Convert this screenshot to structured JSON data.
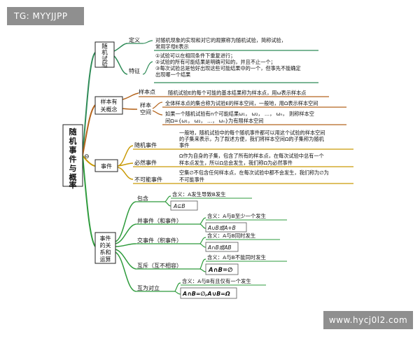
{
  "watermarks": {
    "top": "TG: MYYJJPP",
    "bottom": "www.hycj0l2.com"
  },
  "central": {
    "lines": [
      "随",
      "机",
      "事",
      "件",
      "与",
      "概",
      "率"
    ]
  },
  "collapse_symbol": "⊖",
  "branches": {
    "random_trial": {
      "label_lines": [
        "随",
        "机",
        "试",
        "验"
      ],
      "definition_label": "定义",
      "definition_text": [
        "对随机现象的实现和对它的观察称为随机试验，简称试验，",
        "常用字母E表示"
      ],
      "feature_label": "特征",
      "feature_text": [
        "①试验可以在相同条件下重复进行；",
        "②试验的所有可能结果是明确可知的，并且不止一个；",
        "③每次试验总是恰好出现这些可能结果中的一个，但事先不能确定",
        "出现哪一个结果"
      ]
    },
    "sample": {
      "label_lines": [
        "样本有",
        "关概念"
      ],
      "point_label": "样本点",
      "point_text": "随机试验E的每个可能的基本结果称为样本点，用ω表示样本点",
      "space_label_lines": [
        "样本",
        "空间"
      ],
      "space_text": "全体样本点的集合称为试验E的样本空间，一般地，用Ω表示样本空间",
      "finite_text": [
        "如果一个随机试验有n个可能结果ω₁， ω₂， …， ωₙ， 则称样本空",
        "间Ω={ω₁， ω₂， …， ωₙ}为有限样本空间"
      ]
    },
    "events": {
      "label": "事件",
      "random_label": "随机事件",
      "random_text": [
        "一般地，随机试验中的每个随机事件都可以用这个试验的样本空间",
        "的子集来表示，为了叙述方便，我们将样本空间Ω的子集称为随机",
        "事件"
      ],
      "certain_label": "必然事件",
      "certain_text": [
        "Ω作为自身的子集，包含了所有的样本点，在每次试验中总有一个",
        "样本点发生，所以Ω总会发生，我们称Ω为必然事件"
      ],
      "impossible_label": "不可能事件",
      "impossible_text": [
        "空集∅不包含任何样本点，在每次试验中都不会发生，我们称为∅为",
        "不可能事件"
      ]
    },
    "relations": {
      "label_lines": [
        "事件",
        "的关",
        "系和",
        "运算"
      ],
      "items": [
        {
          "label": "包含",
          "meaning": "含义：A发生导致B发生",
          "formula": "A⊆B"
        },
        {
          "label": "并事件（和事件）",
          "meaning": "含义：A与B至少一个发生",
          "formula": "A∪B或A+B"
        },
        {
          "label": "交事件（积事件）",
          "meaning": "含义：A与B同时发生",
          "formula": "A∩B或AB"
        },
        {
          "label": "互斥（互不相容）",
          "meaning": "含义：A与B不能同时发生",
          "formula": "A∩B=∅"
        },
        {
          "label": "互为对立",
          "meaning": "含义：A与B有且仅有一个发生",
          "formula": "A∩B=∅,A∪B=Ω"
        }
      ]
    }
  },
  "colors": {
    "trial": "#2e8b57",
    "sample": "#b5651d",
    "events": "#c99a06",
    "relations": "#2e9b3c"
  }
}
